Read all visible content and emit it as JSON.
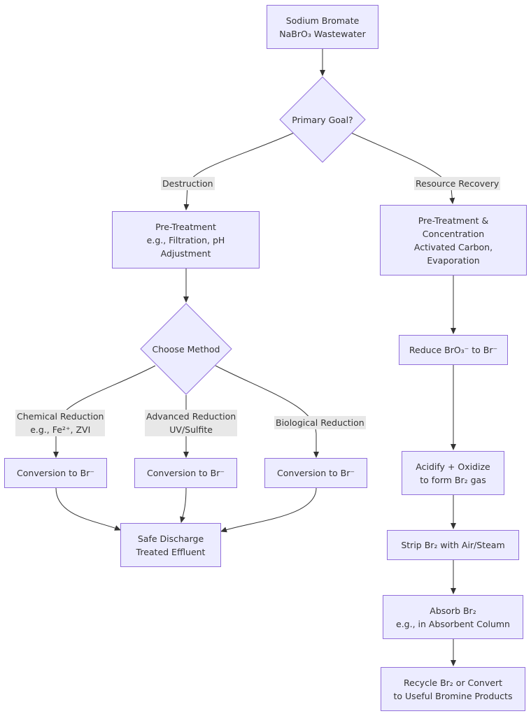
{
  "nodes": {
    "start": [
      "Sodium Bromate",
      "NaBrO₃ Wastewater"
    ],
    "primary_goal": "Primary Goal?",
    "pretreat_destruction": [
      "Pre-Treatment",
      "e.g., Filtration, pH",
      "Adjustment"
    ],
    "choose_method": "Choose Method",
    "conv_chemical": "Conversion to Br⁻",
    "conv_advanced": "Conversion to Br⁻",
    "conv_biological": "Conversion to Br⁻",
    "safe_discharge": [
      "Safe Discharge",
      "Treated Effluent"
    ],
    "pretreat_recovery": [
      "Pre-Treatment &",
      "Concentration",
      "Activated Carbon,",
      "Evaporation"
    ],
    "reduce": "Reduce BrO₃⁻ to Br⁻",
    "acidify": [
      "Acidify + Oxidize",
      "to form Br₂ gas"
    ],
    "strip": "Strip Br₂ with Air/Steam",
    "absorb": [
      "Absorb Br₂",
      "e.g., in Absorbent Column"
    ],
    "recycle": [
      "Recycle Br₂ or Convert",
      "to Useful Bromine Products"
    ]
  },
  "edge_labels": {
    "destruction": "Destruction",
    "resource_recovery": "Resource Recovery",
    "chemical": [
      "Chemical Reduction",
      "e.g., Fe²⁺, ZVI"
    ],
    "advanced": [
      "Advanced Reduction",
      "UV/Sulfite"
    ],
    "biological": "Biological Reduction"
  },
  "colors": {
    "node_fill": "#ECECFF",
    "node_border": "#9370DB",
    "edge": "#333333",
    "label_bg": "#e8e8e8"
  }
}
